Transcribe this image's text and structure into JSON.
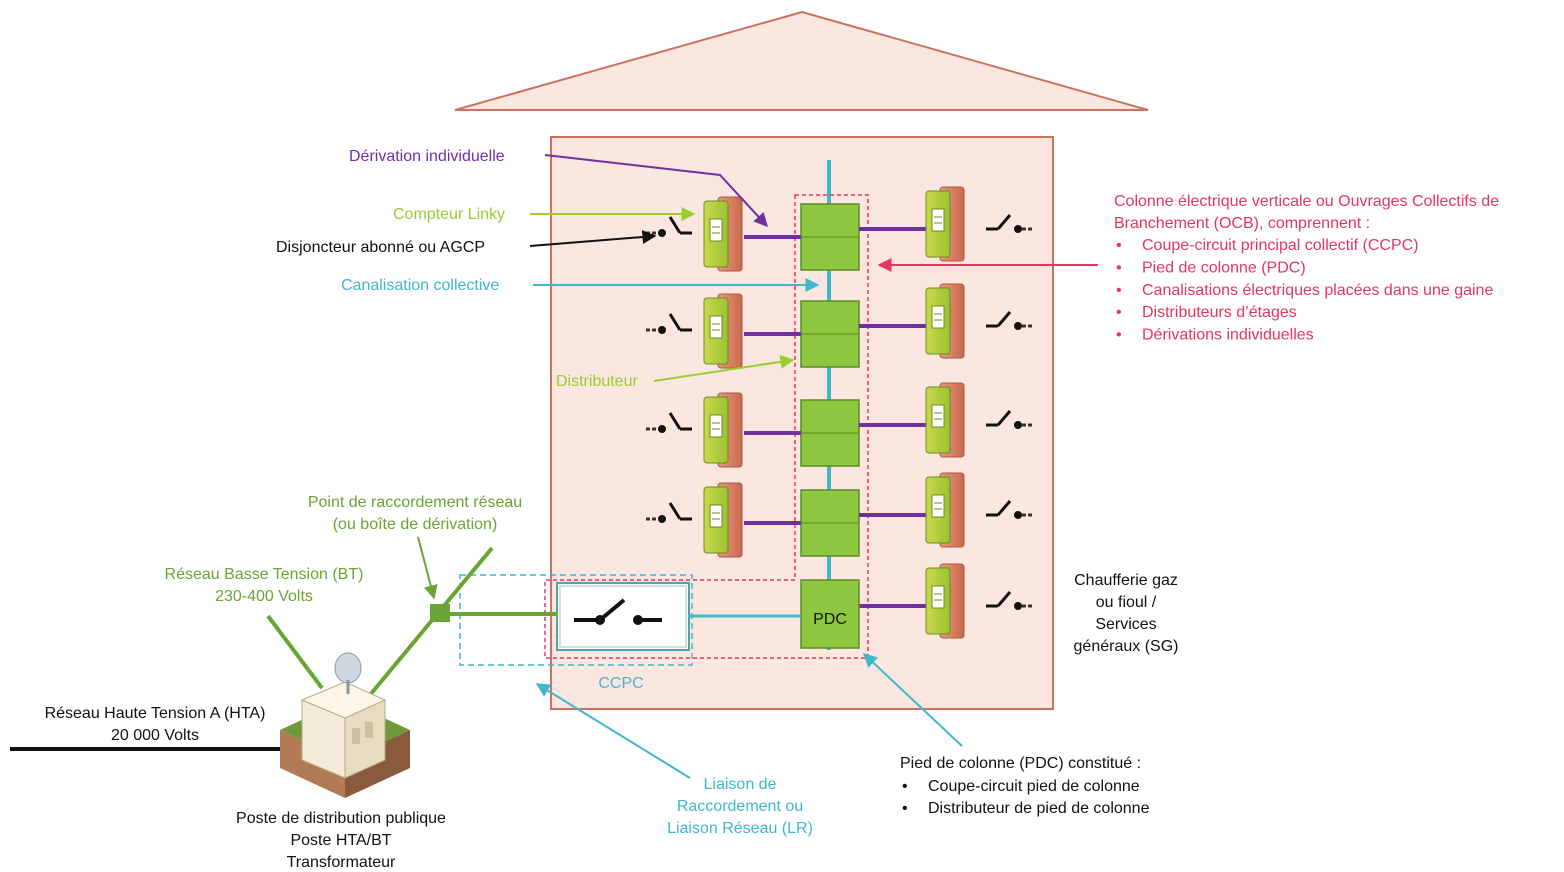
{
  "colors": {
    "purple": "#7030a0",
    "linky": "#9acd32",
    "cyan": "#3fb8cc",
    "pink": "#e8355f",
    "green": "#6aa434",
    "black": "#111111",
    "building_fill": "#fbe6e0",
    "building_stroke": "#c9735e",
    "box_green": "#8dc63f"
  },
  "labels": {
    "derivation": "Dérivation individuelle",
    "compteur": "Compteur Linky",
    "disjoncteur": "Disjoncteur abonné ou AGCP",
    "canalisation": "Canalisation collective",
    "distributeur": "Distributeur",
    "point_line1": "Point de raccordement réseau",
    "point_line2": "(ou boîte de dérivation)",
    "bt_line1": "Réseau Basse Tension (BT)",
    "bt_line2": "230-400 Volts",
    "hta_line1": "Réseau Haute Tension A (HTA)",
    "hta_line2": "20 000 Volts",
    "poste_line1": "Poste de distribution publique",
    "poste_line2": "Poste HTA/BT",
    "poste_line3": "Transformateur",
    "ccpc": "CCPC",
    "pdc": "PDC",
    "lr_line1": "Liaison de",
    "lr_line2": "Raccordement ou",
    "lr_line3": "Liaison Réseau (LR)",
    "chauf_line1": "Chaufferie gaz",
    "chauf_line2": "ou fioul /",
    "chauf_line3": "Services",
    "chauf_line4": "généraux (SG)",
    "pdc_title": "Pied de colonne (PDC) constitué :",
    "pdc_items": [
      "Coupe-circuit pied de colonne",
      "Distributeur de pied de colonne"
    ],
    "ocb_line1": "Colonne électrique verticale ou Ouvrages Collectifs de",
    "ocb_line2": "Branchement (OCB), comprennent :",
    "ocb_items": [
      "Coupe-circuit principal collectif (CCPC)",
      "Pied de colonne (PDC)",
      "Canalisations électriques placées dans une gaine",
      "Distributeurs d’étages",
      "Dérivations individuelles"
    ],
    "bullet": "•"
  }
}
